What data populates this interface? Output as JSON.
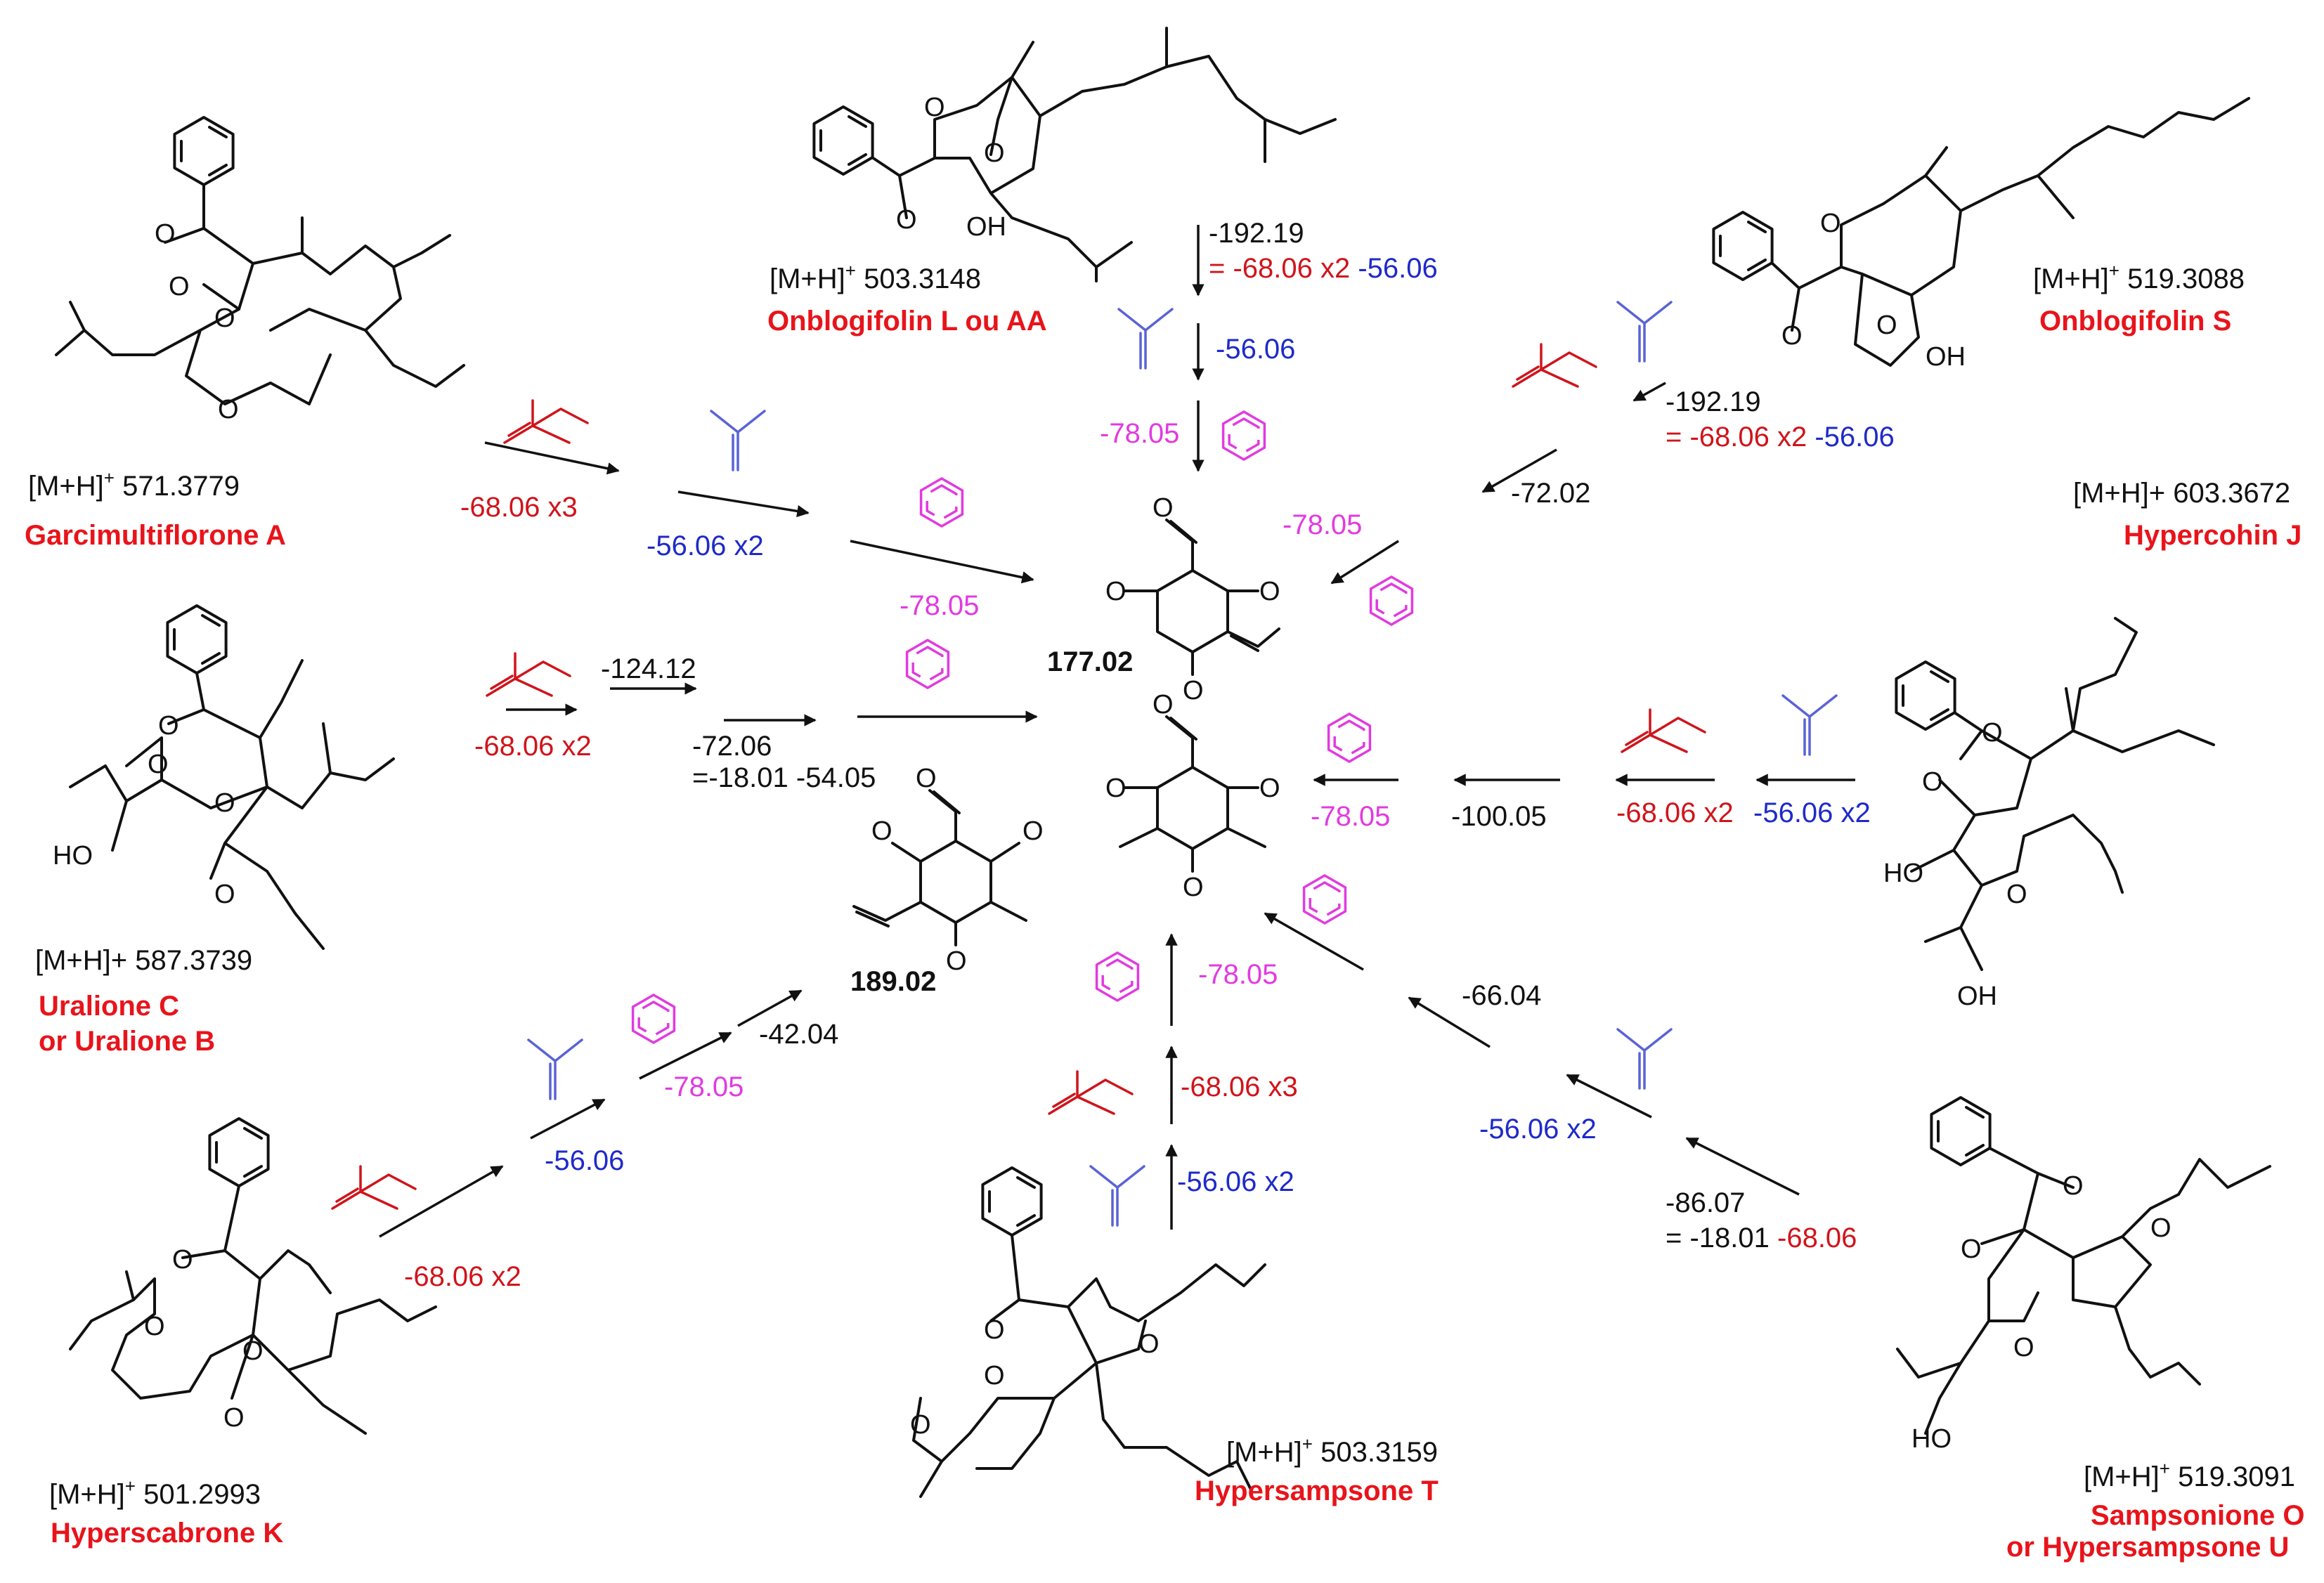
{
  "compounds": {
    "garcimultiflorone": {
      "mass_label": "[M+H]",
      "mass_value": " 571.3779",
      "name": "Garcimultiflorone A"
    },
    "onblogifolin_l": {
      "mass_label": "[M+H]",
      "mass_value": " 503.3148",
      "name": "Onblogifolin L ou AA"
    },
    "onblogifolin_s": {
      "mass_label": "[M+H]",
      "mass_value": " 519.3088",
      "name": "Onblogifolin S"
    },
    "hypercohin": {
      "mass_text": "[M+H]+ 603.3672",
      "name": "Hypercohin J"
    },
    "uralione": {
      "mass_text": "[M+H]+ 587.3739",
      "name_line1": "Uralione C",
      "name_line2": "or Uralione B"
    },
    "hyperscabrone": {
      "mass_label": "[M+H]",
      "mass_value": " 501.2993",
      "name": "Hyperscabrone K"
    },
    "hypersampsone_t": {
      "mass_label": "[M+H]",
      "mass_value": " 503.3159",
      "name": "Hypersampsone T"
    },
    "sampsonione": {
      "mass_label": "[M+H]",
      "mass_value": " 519.3091",
      "name_line1": "Sampsonione O",
      "name_line2": "or Hypersampsone U"
    }
  },
  "superscript_plus": "+",
  "products": {
    "p177": "177.02",
    "p189": "189.02"
  },
  "losses": {
    "l_68x3_left": "-68.06 x3",
    "l_56x2_left": "-56.06 x2",
    "l_78_left": "-78.05",
    "l_68x2_ural": "-68.06 x2",
    "l_124": "-124.12",
    "l_72_06": "-72.06",
    "l_eq_18_54": "=-18.01 -54.05",
    "l_56_hsk": "-56.06",
    "l_78_hsk": "-78.05",
    "l_42": "-42.04",
    "l_68x2_hsk": "-68.06 x2",
    "l_192_top": "-192.19",
    "l_eq_top_a": "= -68.06 x2",
    "l_eq_top_b": " -56.06",
    "l_56_top": "-56.06",
    "l_78_top": "-78.05",
    "l_192_right": "-192.19",
    "l_eq_right_a": "= -68.06 x2",
    "l_eq_right_b": " -56.06",
    "l_72_02": "-72.02",
    "l_78_right": "-78.05",
    "l_78_hcj": "-78.05",
    "l_100": "-100.05",
    "l_68x2_hcj": "-68.06 x2",
    "l_56x2_hcj": "-56.06 x2",
    "l_78_bottom": "-78.05",
    "l_68x3_bottom": "-68.06 x3",
    "l_56x2_bottom": "-56.06 x2",
    "l_66": "-66.04",
    "l_56x2_samp": "-56.06 x2",
    "l_86": "-86.07",
    "l_eq_samp_a": "= -18.01",
    "l_eq_samp_b": " -68.06"
  },
  "atom_labels": {
    "O": "O",
    "OH": "OH",
    "HO": "HO"
  },
  "colors": {
    "name": "#e8141b",
    "isoprene": "#d0141b",
    "isobutene": "#1f2ac8",
    "benzene": "#e13be0",
    "text": "#111111"
  }
}
